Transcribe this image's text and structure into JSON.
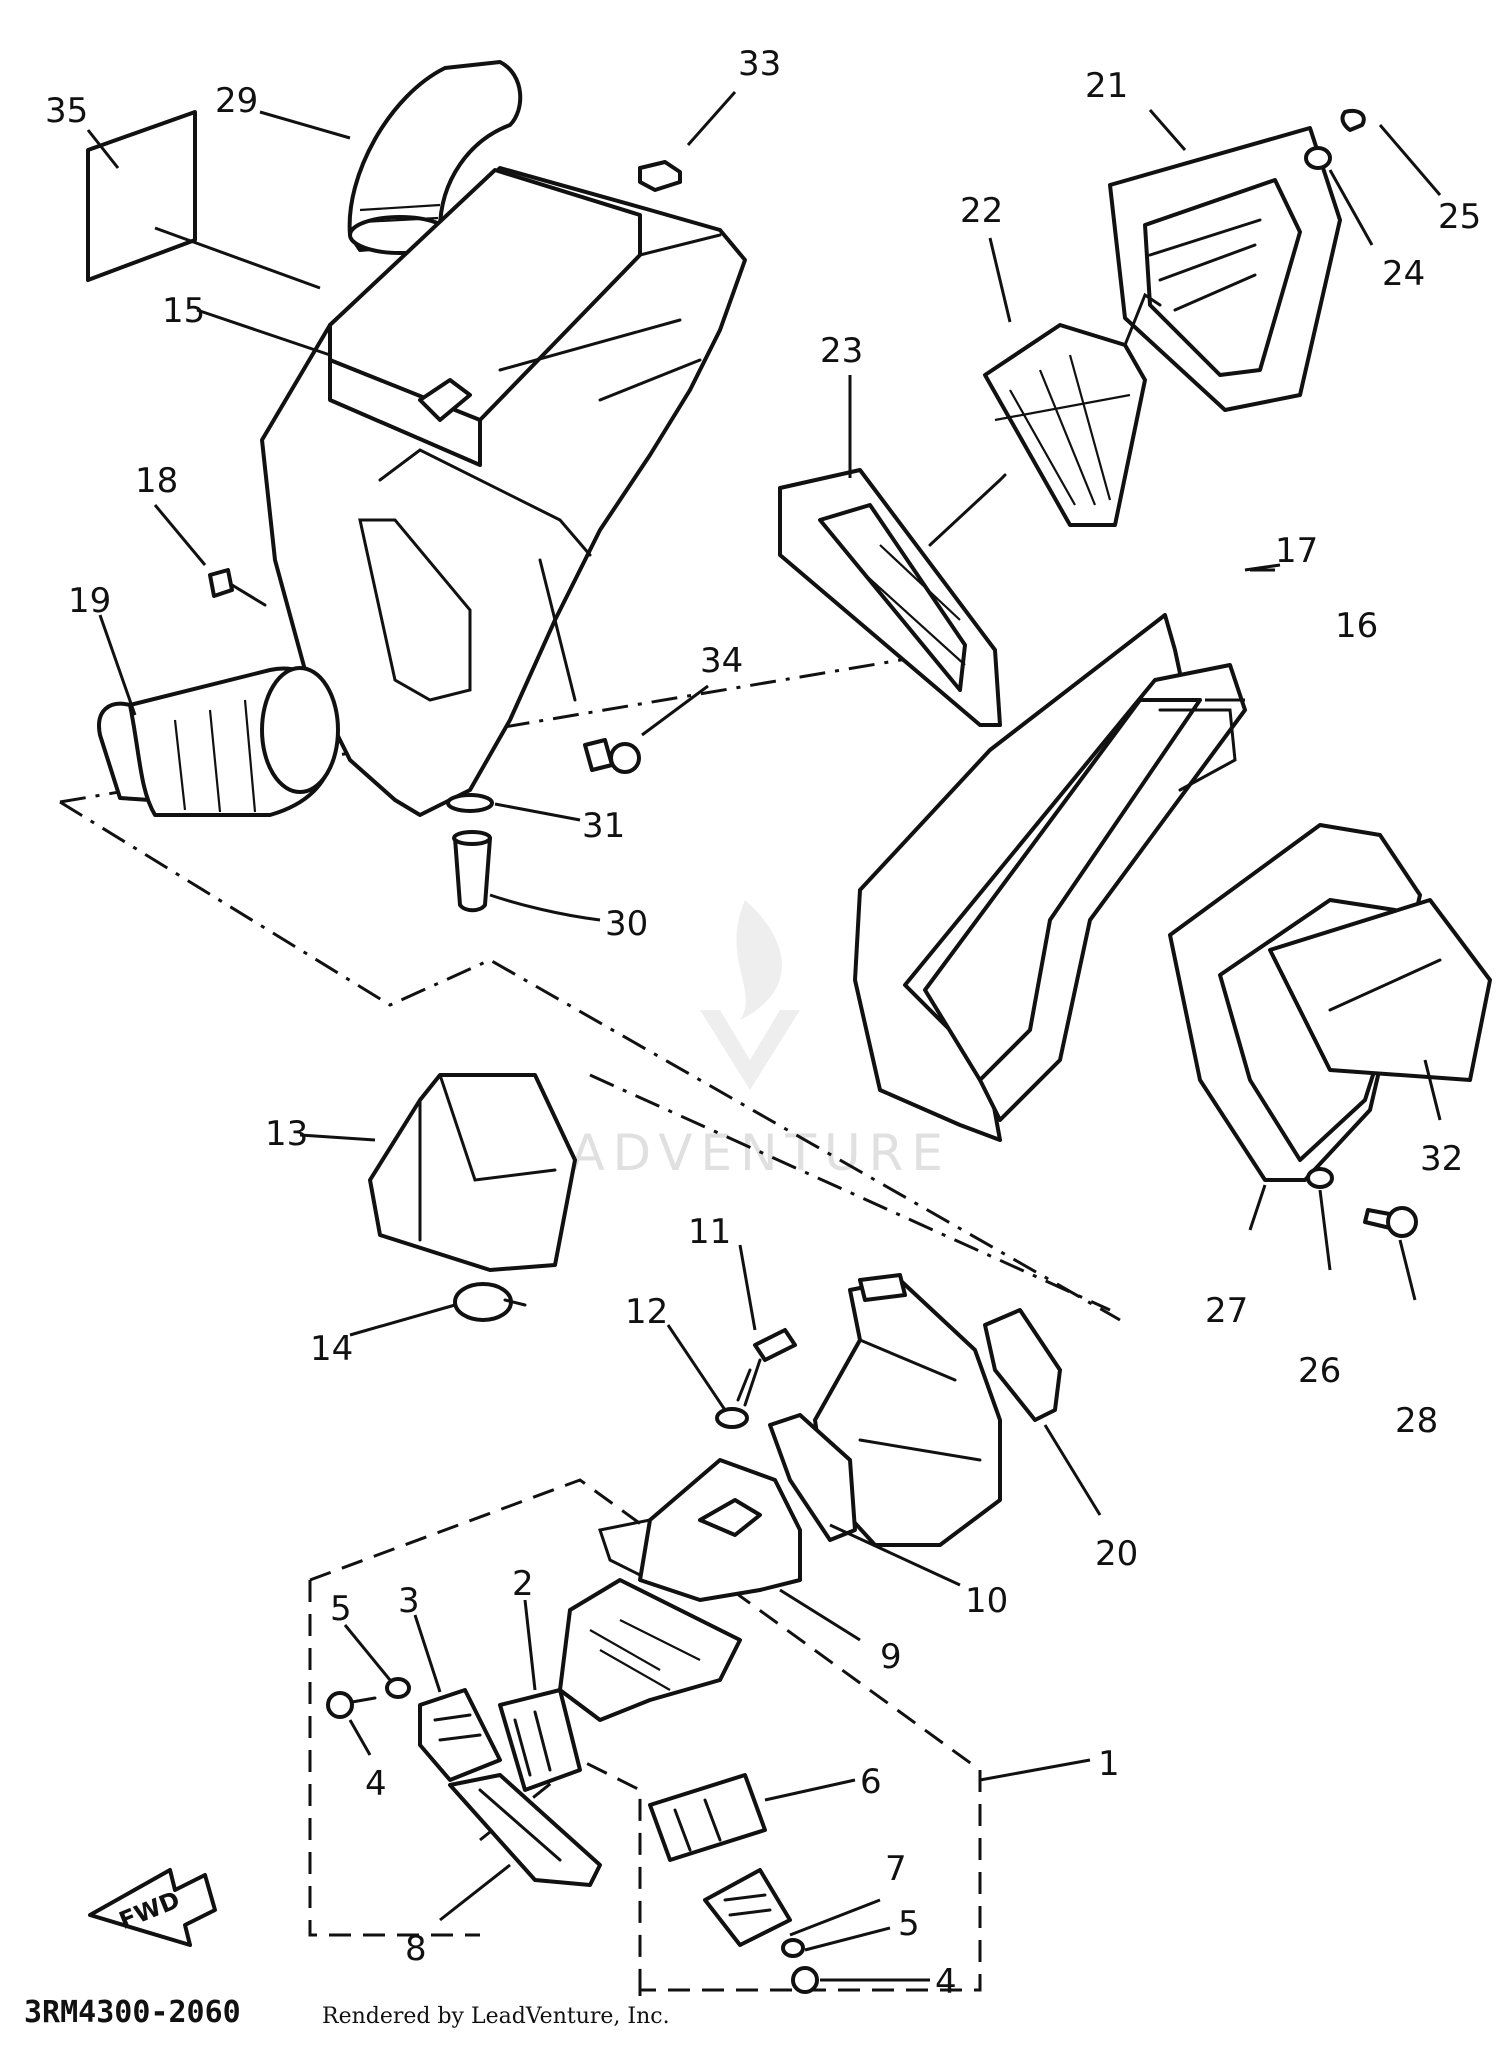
{
  "diagram": {
    "callouts": [
      "35",
      "29",
      "33",
      "21",
      "25",
      "24",
      "15",
      "22",
      "23",
      "18",
      "19",
      "34",
      "31",
      "30",
      "17",
      "16",
      "13",
      "11",
      "12",
      "14",
      "20",
      "10",
      "9",
      "2",
      "3",
      "5",
      "4",
      "6",
      "1",
      "7",
      "5",
      "8",
      "4",
      "32",
      "27",
      "26",
      "28"
    ],
    "fwd_label": "FWD",
    "watermark": "LEADVENTURE",
    "figure_code": "3RM4300-2060",
    "credit": "Rendered by LeadVenture, Inc."
  }
}
